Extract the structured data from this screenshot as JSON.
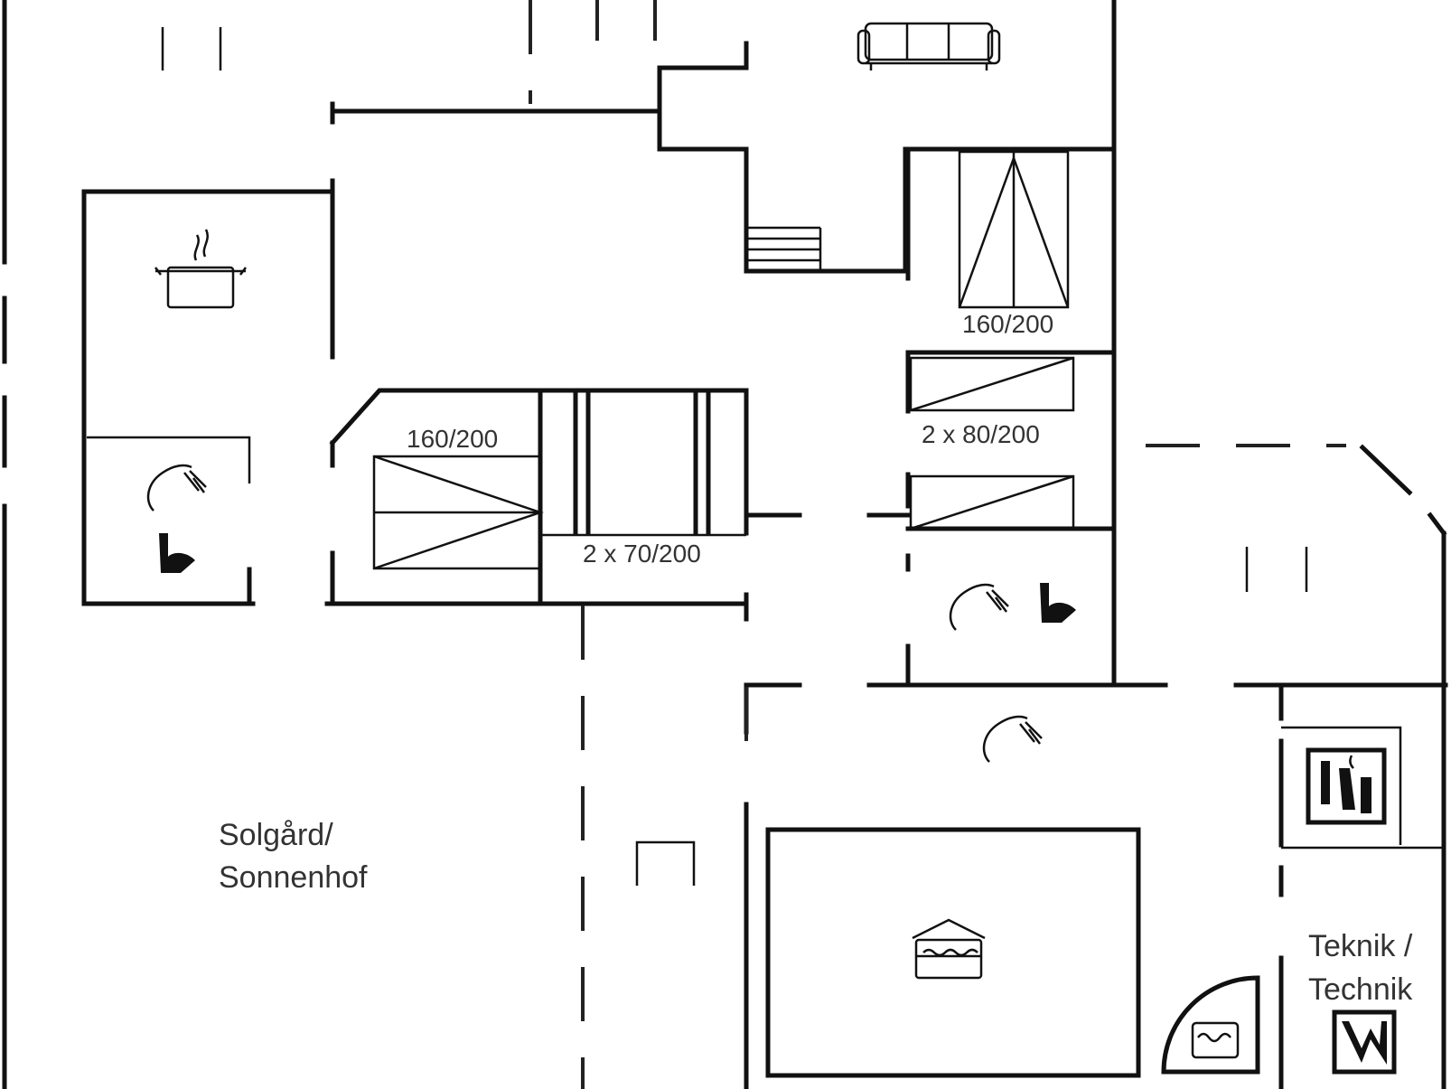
{
  "labels": {
    "bed_top_right": "160/200",
    "bed_center_left": "160/200",
    "bed_right_twin": "2 x 80/200",
    "bed_center_twin": "2 x 70/200",
    "terrace_line1": "Solgård/",
    "terrace_line2": "Sonnenhof",
    "tech_line1": "Teknik /",
    "tech_line2": "Technik"
  },
  "icons": {
    "sofa": "sofa-icon",
    "cooking_pot": "cooking-pot-icon",
    "shower": "shower-icon",
    "toilet": "toilet-icon",
    "sauna": "sauna-icon",
    "spa": "spa-icon",
    "heat_pump": "heat-pump-icon",
    "washer": "washer-icon"
  }
}
